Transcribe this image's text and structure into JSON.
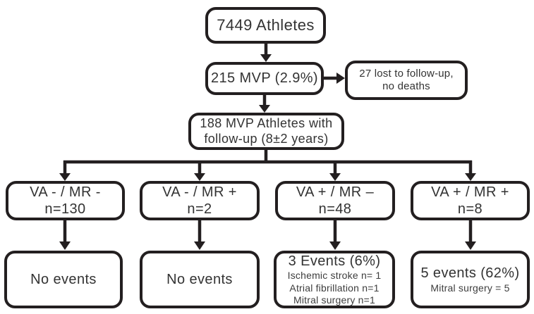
{
  "boxes": {
    "athletes": {
      "label": "7449 Athletes"
    },
    "mvp": {
      "label": "215 MVP (2.9%)"
    },
    "lost_to_followup": {
      "line1": "27 lost to follow-up,",
      "line2": "no deaths"
    },
    "followup": {
      "line1": "188 MVP Athletes with",
      "line2": "follow-up (8±2 years)"
    }
  },
  "branches": [
    {
      "group": "VA - / MR -",
      "n": "n=130",
      "outcome": {
        "title": "No events",
        "details": []
      }
    },
    {
      "group": "VA - / MR +",
      "n": "n=2",
      "outcome": {
        "title": "No events",
        "details": []
      }
    },
    {
      "group": "VA + / MR –",
      "n": "n=48",
      "outcome": {
        "title": "3 Events (6%)",
        "details": [
          "Ischemic stroke n= 1",
          "Atrial fibrillation n=1",
          "Mitral surgery n=1"
        ]
      }
    },
    {
      "group": "VA + / MR +",
      "n": "n=8",
      "outcome": {
        "title": "5 events (62%)",
        "details": [
          "Mitral surgery = 5"
        ]
      }
    }
  ],
  "colors": {
    "line": "#231f20",
    "text": "#333333",
    "background": "#ffffff"
  }
}
